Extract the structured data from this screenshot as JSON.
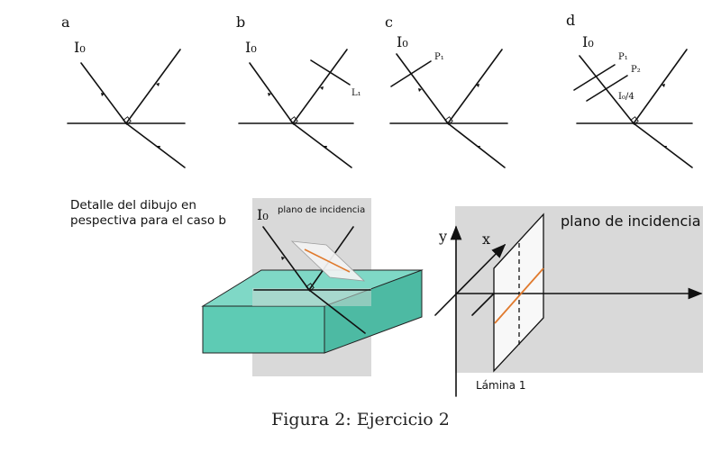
{
  "panels": [
    {
      "letter": "a",
      "incident": "I₀",
      "labels": []
    },
    {
      "letter": "b",
      "incident": "I₀",
      "labels": [
        "L₁"
      ]
    },
    {
      "letter": "c",
      "incident": "I₀",
      "labels": [
        "P₁"
      ]
    },
    {
      "letter": "d",
      "incident": "I₀",
      "labels": [
        "P₁",
        "P₂",
        "I₀/4"
      ]
    }
  ],
  "detail": {
    "line1": "Detalle del dibujo en",
    "line2": "pespectiva para el caso b",
    "incident": "I₀",
    "plane_label": "plano de incidencia"
  },
  "axes_diagram": {
    "plane_label": "plano de incidencia",
    "y_label": "y",
    "x_label": "x",
    "sheet_label": "Lámina 1"
  },
  "caption": "Figura 2: Ejercicio 2",
  "colors": {
    "slab": "#5ecbb4",
    "slab_dark": "#3a9d8b",
    "plane_gray": "#d9d9d9",
    "orange": "#e07a2e"
  }
}
